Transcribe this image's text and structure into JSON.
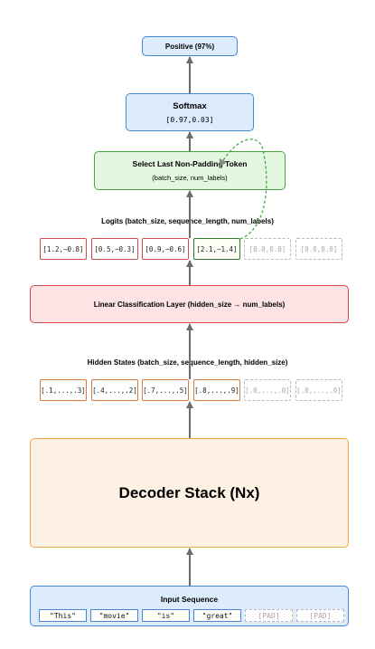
{
  "output": {
    "label": "Positive (97%)"
  },
  "softmax": {
    "title": "Softmax",
    "values": "[0.97,0.03]"
  },
  "select": {
    "title": "Select Last Non-Padding Token",
    "shape": "(batch_size, num_labels)"
  },
  "logits": {
    "label": "Logits (batch_size, sequence_length, num_labels)",
    "cells": [
      "[1.2,−0.8]",
      "[0.5,−0.3]",
      "[0.9,−0.6]",
      "[2.1,−1.4]",
      "[0.0,0.0]",
      "[0.0,0.0]"
    ]
  },
  "linear": {
    "title": "Linear Classification Layer (hidden_size → num_labels)"
  },
  "hidden": {
    "label": "Hidden States (batch_size, sequence_length, hidden_size)",
    "cells": [
      "[.1,...,.3]",
      "[.4,...,.2]",
      "[.7,...,.5]",
      "[.8,...,.9]",
      "[.0,...,.0]",
      "[.0,...,.0]"
    ]
  },
  "decoder": {
    "title": "Decoder Stack (Nx)"
  },
  "input": {
    "title": "Input Sequence",
    "tokens": [
      "\"This\"",
      "\"movie\"",
      "\"is\"",
      "\"great\"",
      "[PAD]",
      "[PAD]"
    ]
  },
  "colors": {
    "blue": "#dcecfc",
    "green": "#e4f7e1",
    "red": "#fde3e4",
    "orange": "#fdf1e3",
    "arrow": "#6b6b6b",
    "dashed_arrow": "#3ea83a"
  }
}
